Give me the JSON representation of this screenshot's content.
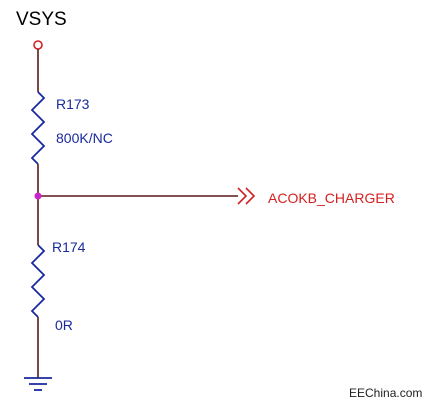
{
  "schematic": {
    "power_net": "VSYS",
    "output_net": "ACOKB_CHARGER",
    "resistors": [
      {
        "ref": "R173",
        "value": "800K/NC"
      },
      {
        "ref": "R174",
        "value": "0R"
      }
    ]
  },
  "watermark": "EEChina.com",
  "colors": {
    "wire": "#5a1a1a",
    "resistor": "#1a2a9c",
    "component_label": "#1a2a9c",
    "power_port": "#d42020",
    "net_label": "#d42020",
    "junction": "#cc22cc",
    "ground": "#1a2a9c"
  },
  "icons": {
    "power_port": "power-port-circle-icon",
    "junction": "junction-dot-icon",
    "net_port": "double-chevron-arrow-icon",
    "ground": "ground-symbol-icon"
  }
}
